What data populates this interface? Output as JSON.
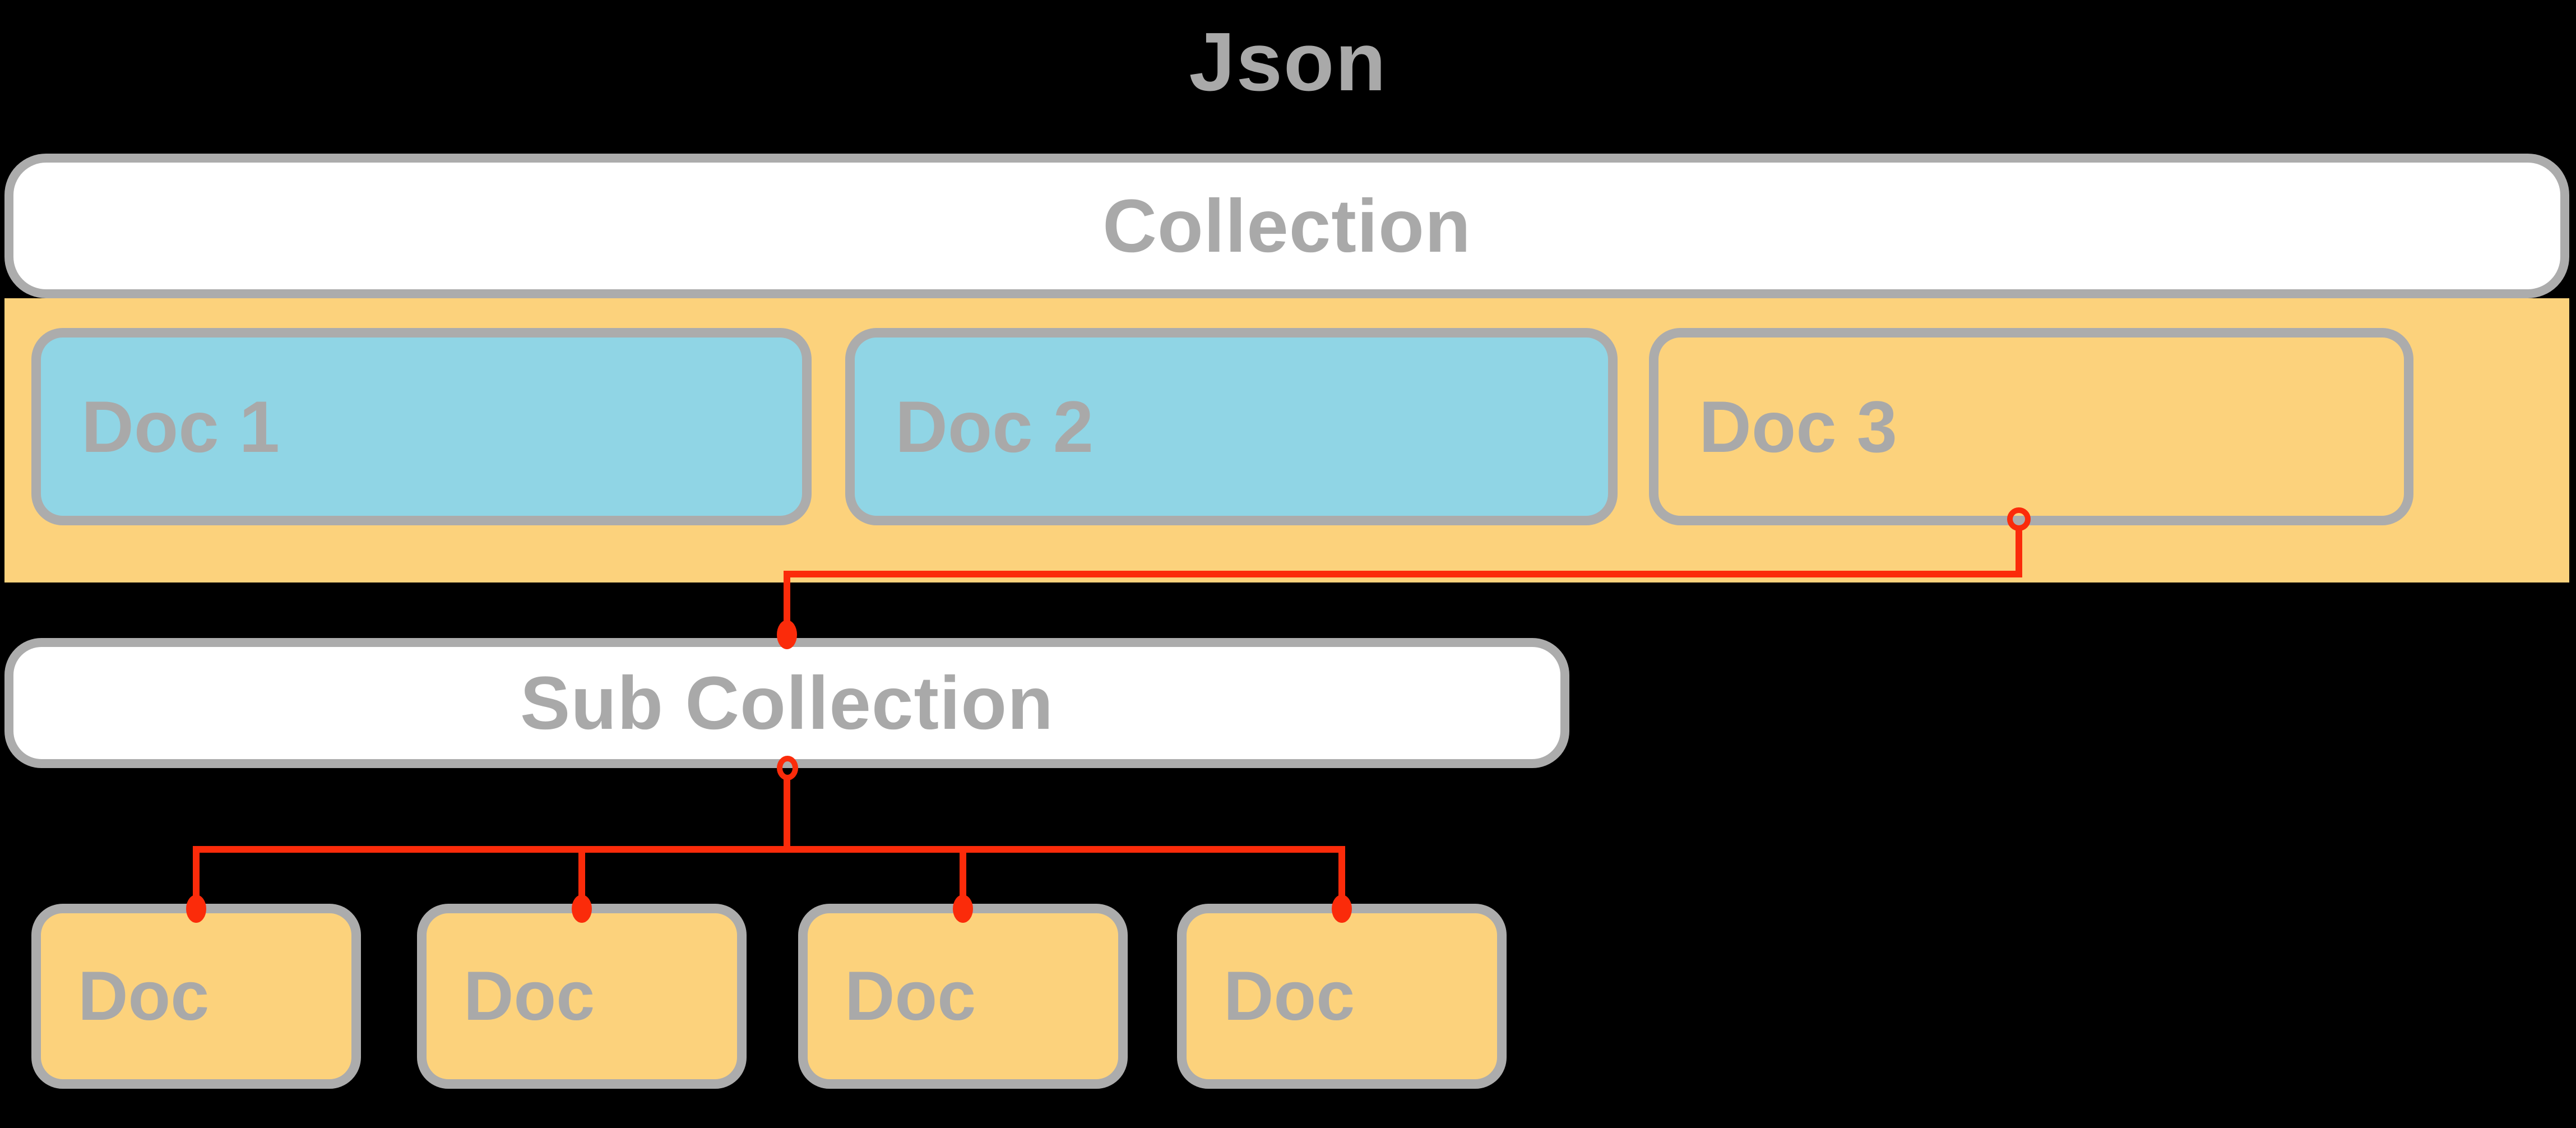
{
  "title": "Json",
  "collection": {
    "label": "Collection",
    "documents": [
      {
        "label": "Doc 1",
        "style": "highlighted-cyan"
      },
      {
        "label": "Doc 2",
        "style": "highlighted-cyan"
      },
      {
        "label": "Doc 3",
        "style": "plain-yellow"
      }
    ]
  },
  "sub_collection": {
    "label": "Sub Collection",
    "connects_from": "Doc 3",
    "documents": [
      {
        "label": "Doc"
      },
      {
        "label": "Doc"
      },
      {
        "label": "Doc"
      },
      {
        "label": "Doc"
      }
    ]
  },
  "colors": {
    "background": "#000000",
    "band_yellow": "#FCD27C",
    "doc_cyan": "#90D5E5",
    "panel_white": "#FFFFFF",
    "border_gray": "#ACACAC",
    "text_gray": "#A9A9A9",
    "connector_red": "#FB2B0A"
  }
}
